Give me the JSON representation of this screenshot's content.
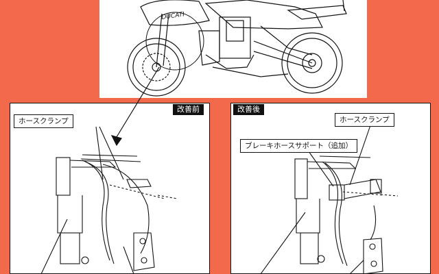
{
  "labels": {
    "before_tag": "改善前",
    "after_tag": "改善後",
    "hose_clamp_before": "ホースクランプ",
    "hose_clamp_after": "ホースクランプ",
    "brake_hose_support": "ブレーキホースサポート（追加）",
    "tank_logo": "DUCATI"
  },
  "colors": {
    "background": "#f26a4b",
    "panel": "#ffffff",
    "line": "#111111"
  }
}
